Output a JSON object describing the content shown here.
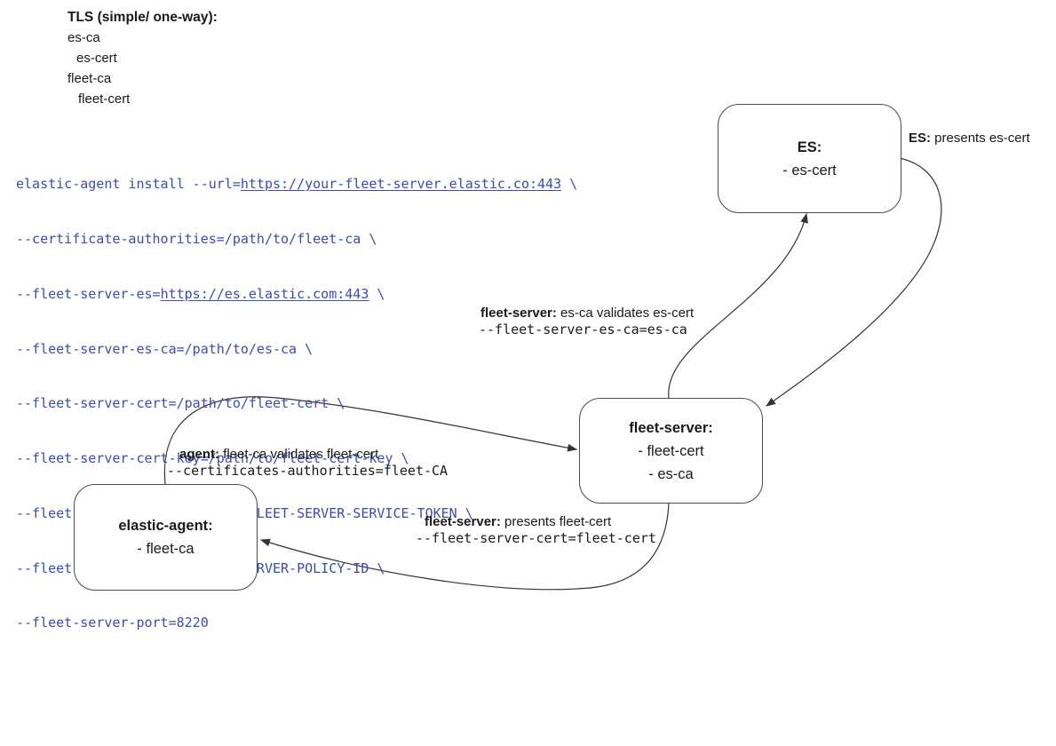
{
  "legend": {
    "title": "TLS (simple/ one-way):",
    "items": [
      "es-ca",
      "es-cert",
      "fleet-ca",
      "fleet-cert"
    ]
  },
  "command": {
    "lines": [
      {
        "pre": "elastic-agent install --url=",
        "link": "https://your-fleet-server.elastic.co:443",
        "post": " \\"
      },
      {
        "pre": "--certificate-authorities=/path/to/fleet-ca \\"
      },
      {
        "pre": "--fleet-server-es=",
        "link": "https://es.elastic.com:443",
        "post": " \\"
      },
      {
        "pre": "--fleet-server-es-ca=/path/to/es-ca \\"
      },
      {
        "pre": "--fleet-server-cert=/path/to/fleet-cert \\"
      },
      {
        "pre": "--fleet-server-cert-key=/path/to/fleet-cert-key \\"
      },
      {
        "pre": "--fleet-server-service-token=FLEET-SERVER-SERVICE-TOKEN \\"
      },
      {
        "pre": "--fleet-server-policy=FLEET-SERVER-POLICY-ID \\"
      },
      {
        "pre": "--fleet-server-port=8220"
      }
    ]
  },
  "nodes": {
    "es": {
      "title": "ES:",
      "lines": [
        "- es-cert"
      ]
    },
    "fleet_server": {
      "title": "fleet-server:",
      "lines": [
        "- fleet-cert",
        "- es-ca"
      ]
    },
    "elastic_agent": {
      "title": "elastic-agent:",
      "lines": [
        "- fleet-ca"
      ]
    }
  },
  "edge_labels": {
    "es_presents": {
      "bold": "ES:",
      "text": " presents es-cert"
    },
    "fs_validates": {
      "bold": "fleet-server:",
      "text": " es-ca validates es-cert",
      "mono": "--fleet-server-es-ca=es-ca"
    },
    "agent_validates": {
      "bold": "agent:",
      "text": " fleet-ca validates fleet-cert",
      "mono": "--certificates-authorities=fleet-CA"
    },
    "fs_presents": {
      "bold": "fleet-server:",
      "text": " presents fleet-cert",
      "mono": "--fleet-server-cert=fleet-cert"
    }
  },
  "colors": {
    "code_text": "#3c4cb1",
    "arrow": "#333333",
    "node_border": "#4a4a4a",
    "text": "#1a1a1a"
  }
}
